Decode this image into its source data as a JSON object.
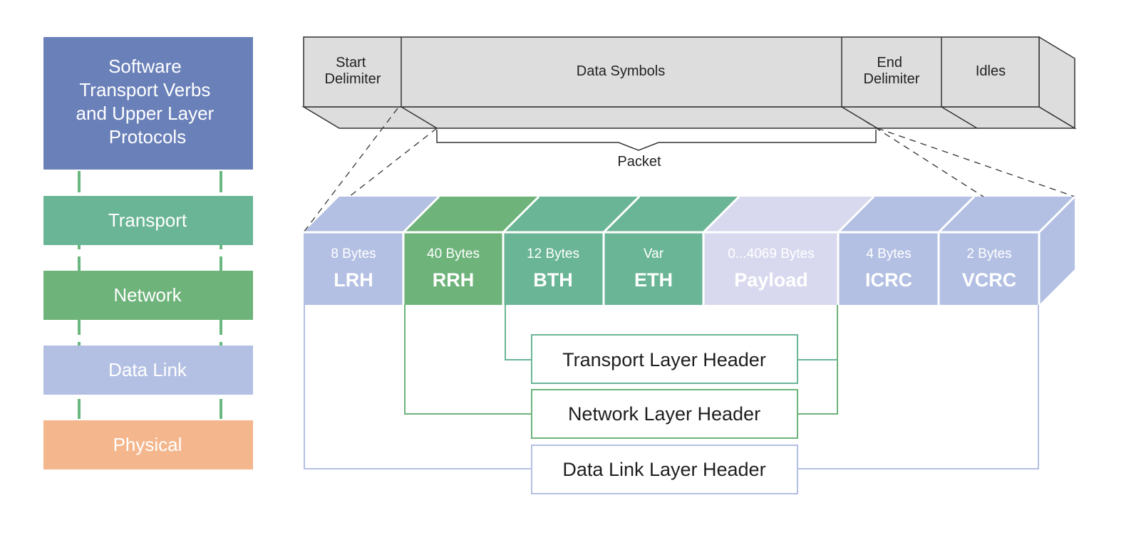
{
  "colors": {
    "software": "#6a80b9",
    "transport": "#6ab596",
    "network": "#6db37a",
    "data_link": "#b3c0e3",
    "physical": "#f4b68c",
    "payload": "#d8d9ee",
    "frame_fill": "#dddddd",
    "frame_stroke": "#333333",
    "connector": "#6ab87f"
  },
  "stack": {
    "software_lines": [
      "Software",
      "Transport Verbs",
      "and Upper Layer",
      "Protocols"
    ],
    "transport": "Transport",
    "network": "Network",
    "data_link": "Data Link",
    "physical": "Physical"
  },
  "frame": {
    "start_lines": [
      "Start",
      "Delimiter"
    ],
    "data": "Data Symbols",
    "end_lines": [
      "End",
      "Delimiter"
    ],
    "idles": "Idles",
    "packet": "Packet"
  },
  "fields": [
    {
      "size": "8 Bytes",
      "name": "LRH"
    },
    {
      "size": "40 Bytes",
      "name": "RRH"
    },
    {
      "size": "12 Bytes",
      "name": "BTH"
    },
    {
      "size": "Var",
      "name": "ETH"
    },
    {
      "size": "0...4069 Bytes",
      "name": "Payload"
    },
    {
      "size": "4 Bytes",
      "name": "ICRC"
    },
    {
      "size": "2 Bytes",
      "name": "VCRC"
    }
  ],
  "headers": {
    "transport": "Transport Layer Header",
    "network": "Network Layer Header",
    "data_link": "Data Link Layer Header"
  }
}
